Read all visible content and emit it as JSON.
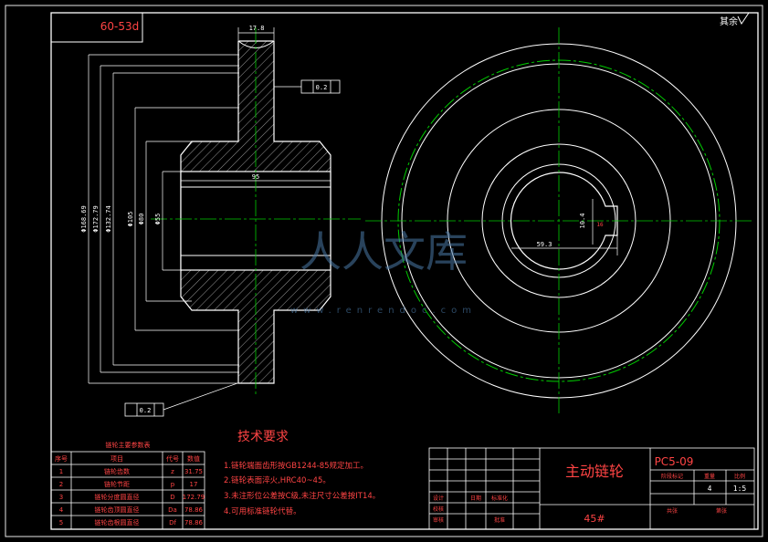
{
  "drawing": {
    "title_stamp": "60-53d",
    "corner_mark": "其余",
    "watermark": "www.renrendoc.com",
    "title": "主动链轮",
    "code": "PC5-09",
    "material": "45#",
    "scale": "1:5",
    "quantity": "4"
  },
  "dims": {
    "top_width": "17.8",
    "tol1": "0.2",
    "tol2": "0.2",
    "bore_len": "95",
    "dia1": "Φ168.69",
    "dia2": "Φ172.79",
    "dia3": "Φ132.74",
    "dia4": "Φ105",
    "dia5": "Φ80",
    "dia6": "Φ55",
    "key_w": "16",
    "key_h": "59.3",
    "key_depth": "10.4"
  },
  "tech": {
    "heading": "技术要求",
    "items": [
      "1.链轮端面齿形按GB1244-85规定加工。",
      "2.链轮表面淬火,HRC40~45。",
      "3.未注形位公差按C级,未注尺寸公差按IT14。",
      "4.可用标准链轮代替。"
    ]
  },
  "param_table": {
    "title": "链轮主要参数表",
    "headers": [
      "序号",
      "项目",
      "代号",
      "数值"
    ],
    "rows": [
      [
        "1",
        "链轮齿数",
        "z",
        "31.75"
      ],
      [
        "2",
        "链轮节距",
        "p",
        "17"
      ],
      [
        "3",
        "链轮分度圆直径",
        "D",
        "172.79"
      ],
      [
        "4",
        "链轮齿顶圆直径",
        "Da",
        "78.86"
      ],
      [
        "5",
        "链轮齿根圆直径",
        "Df",
        "78.86"
      ]
    ]
  },
  "title_block": {
    "labels": [
      "设计",
      "校核",
      "审核",
      "标准化",
      "批准",
      "日期",
      "阶段标记",
      "重量",
      "比例",
      "共张",
      "第张"
    ]
  }
}
